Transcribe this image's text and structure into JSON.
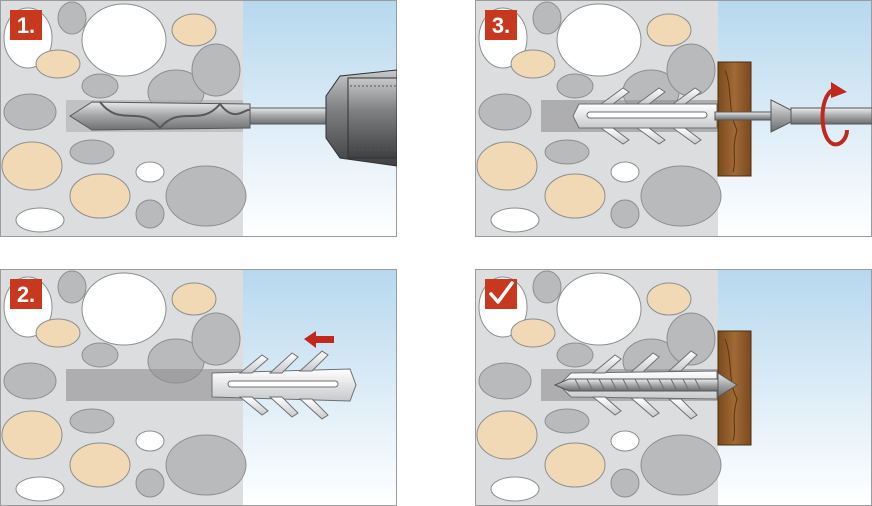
{
  "steps": [
    {
      "badge": "1.",
      "action": "drill"
    },
    {
      "badge": "2.",
      "action": "insert"
    },
    {
      "badge": "3.",
      "action": "screw"
    },
    {
      "badge": "",
      "badge_icon": "checkmark-icon",
      "action": "done"
    }
  ],
  "colors": {
    "badge_red": "#c8381f",
    "wall_gray": "#dcdddf",
    "stone_gray": "#b9babc",
    "stone_sand": "#f1d9b5",
    "stone_white": "#ffffff",
    "air_blue": "#bcdcef",
    "wood_brown": "#8a5a2b",
    "arrow_red": "#c0281c"
  }
}
